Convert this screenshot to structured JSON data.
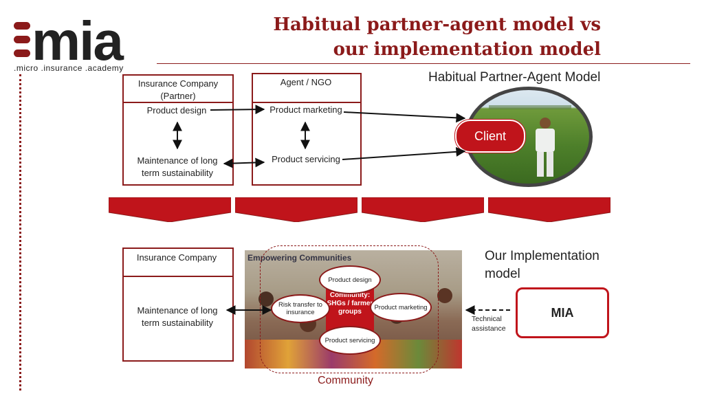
{
  "logo": {
    "word": "mia",
    "tagline": ".micro .insurance .academy"
  },
  "title": {
    "line1": "Habitual partner-agent model vs",
    "line2": "our implementation model"
  },
  "top_section": {
    "heading": "Habitual Partner-Agent Model",
    "insurer_box": {
      "header": "Insurance Company (Partner)",
      "item1": "Product design",
      "item2": "Maintenance of long term sustainability"
    },
    "agent_box": {
      "header": "Agent / NGO",
      "item1": "Product marketing",
      "item2": "Product servicing"
    },
    "client_label": "Client"
  },
  "bottom_section": {
    "heading": "Our Implementation model",
    "insurer_box": {
      "header": "Insurance Company",
      "item1": "Maintenance of long term sustainability"
    },
    "photo_caption": "Empowering Communities",
    "community_core": "Community: SHGs / farmer groups",
    "oval_design": "Product design",
    "oval_marketing": "Product marketing",
    "oval_servicing": "Product servicing",
    "oval_risk": "Risk transfer to insurance",
    "community_label": "Community",
    "mia_label": "MIA",
    "technical_assistance": "Technical assistance"
  },
  "colors": {
    "brand": "#8b1a1a",
    "accent": "#c0141b"
  }
}
